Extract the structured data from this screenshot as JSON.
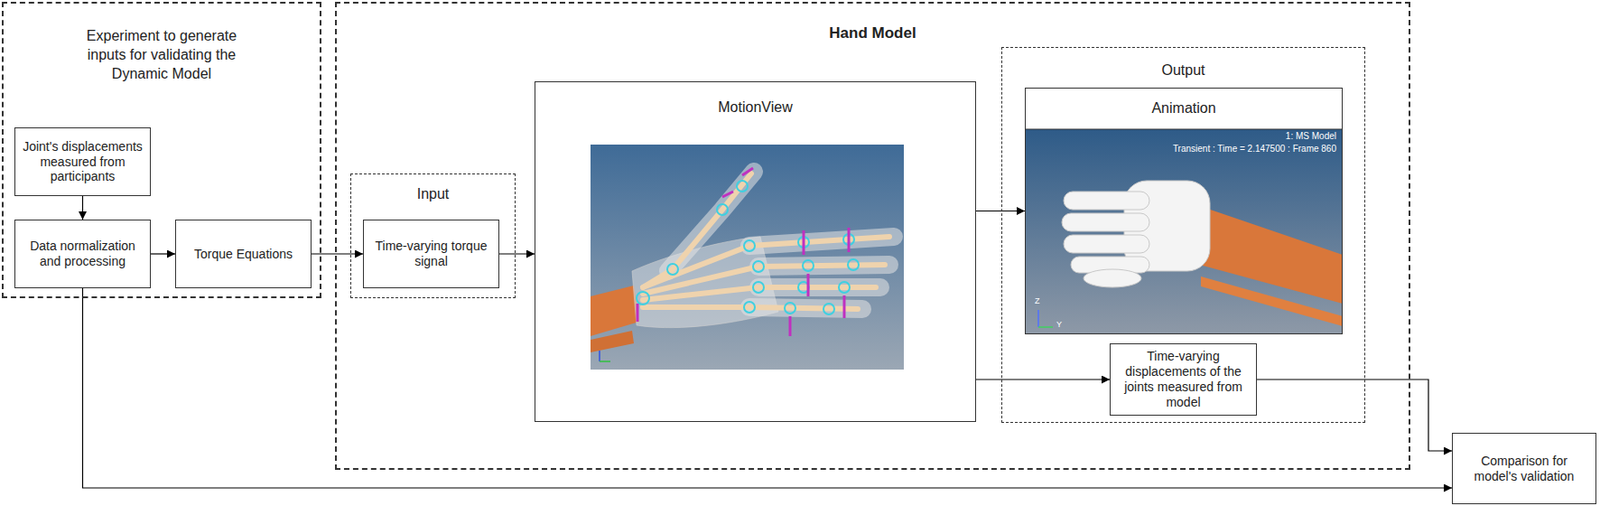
{
  "diagram": {
    "nodes": [
      {
        "text": [
          "Experiment to generate inputs for validating the Dynamic Model"
        ]
      },
      {
        "text": [
          "Joint's displacements measured from participants"
        ],
        "in": 0
      },
      {
        "text": [
          "Data normalization and processing"
        ],
        "in": 0
      },
      {
        "text": [
          "Torque Equations"
        ],
        "in": 0
      },
      {
        "text": [
          "Hand Model"
        ]
      },
      {
        "text": [
          "Input"
        ],
        "in": 4
      },
      {
        "text": [
          "Time-varying torque signal"
        ],
        "in": 5
      },
      {
        "text": [
          "MotionView"
        ],
        "in": 4
      },
      {
        "text": [
          "Output"
        ],
        "in": 4
      },
      {
        "text": [
          "Animation"
        ],
        "in": 8
      },
      {
        "text": [
          "Time-varying displacements of the joints measured from model"
        ],
        "in": 8
      },
      {
        "text": [
          "Comparison for model's validation"
        ]
      }
    ],
    "edges": [
      {
        "from": 1,
        "to": 2,
        "arrow": "to"
      },
      {
        "from": 2,
        "to": 3,
        "arrow": "to"
      },
      {
        "from": 3,
        "to": 6,
        "arrow": "to"
      },
      {
        "from": 6,
        "to": 7,
        "arrow": "to"
      },
      {
        "from": 7,
        "to": 9,
        "arrow": "to"
      },
      {
        "from": 7,
        "to": 10,
        "arrow": "to"
      },
      {
        "from": 10,
        "to": 11,
        "arrow": "to"
      },
      {
        "from": 2,
        "to": 11,
        "arrow": "to"
      }
    ],
    "labels": [
      "1: MS Model",
      "Transient : Time = 2.147500 : Frame 860",
      "Z",
      "Y"
    ]
  }
}
